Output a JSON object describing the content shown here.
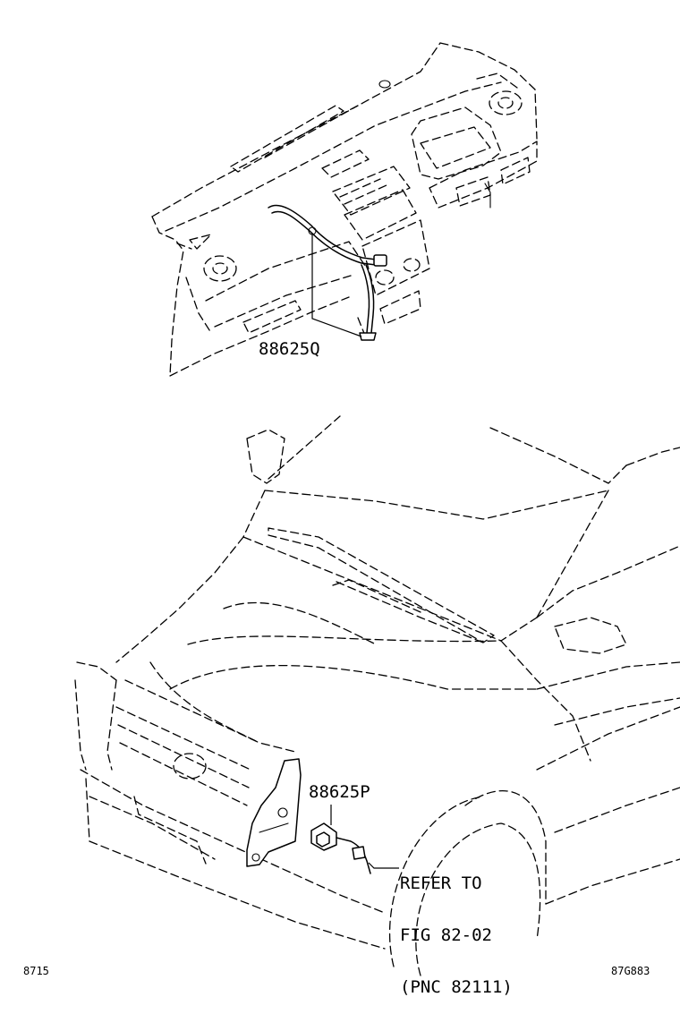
{
  "labels": {
    "part_upper": "88625Q",
    "part_lower": "88625P",
    "reference": {
      "line1": "REFER TO",
      "line2": "FIG 82-02",
      "line3": "(PNC 82111)"
    }
  },
  "footer": {
    "left_code": "8715",
    "right_code": "87G883"
  }
}
